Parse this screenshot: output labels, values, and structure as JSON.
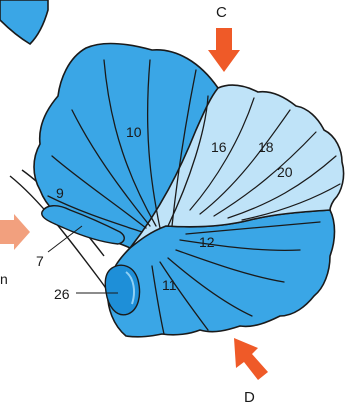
{
  "labels": {
    "arrow_c": "C",
    "arrow_d": "D",
    "n10": "10",
    "n16": "16",
    "n18": "18",
    "n20": "20",
    "n9": "9",
    "n12": "12",
    "n7": "7",
    "n26": "26",
    "n11": "11",
    "partial_n": "n"
  },
  "colors": {
    "dark_blue": "#3aa6e6",
    "light_blue": "#bfe3f8",
    "outline": "#1a1a1a",
    "arrow": "#ef5a28",
    "arrow_partial": "#f2a07e"
  }
}
